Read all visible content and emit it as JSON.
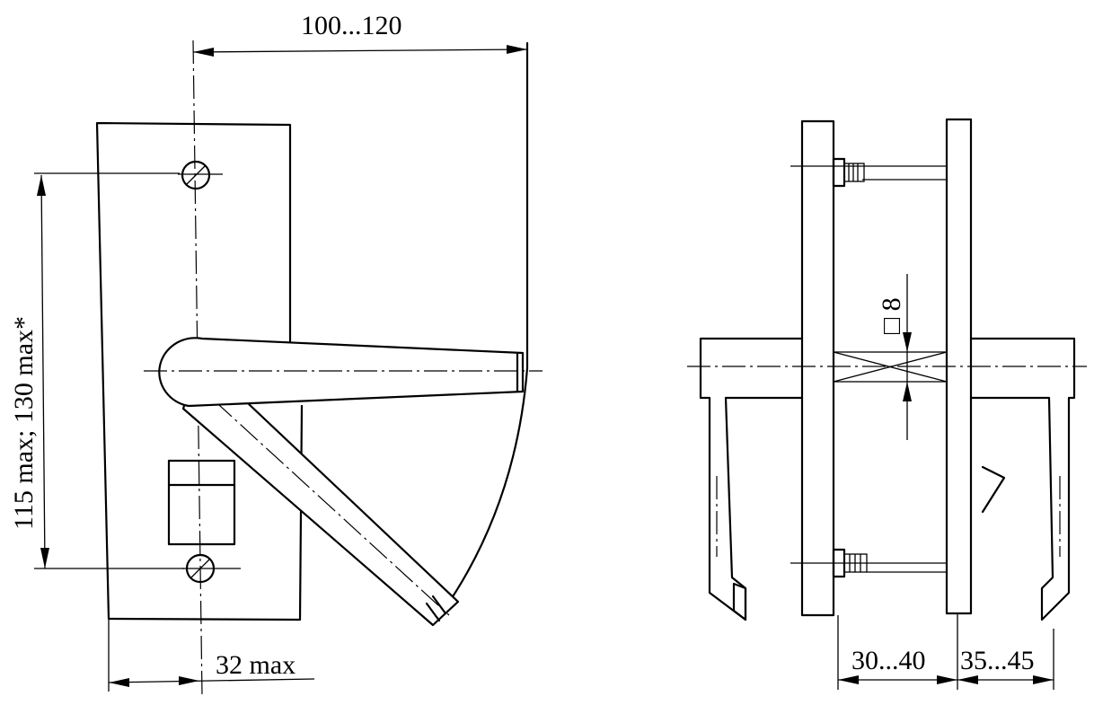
{
  "figure": {
    "dimensions": {
      "handle_reach": "100...120",
      "screw_spacing": "115 max; 130 max*",
      "backset": "32 max",
      "spindle_square": "□ 8",
      "door_thickness_a": "30...40",
      "door_thickness_b": "35...45"
    }
  }
}
